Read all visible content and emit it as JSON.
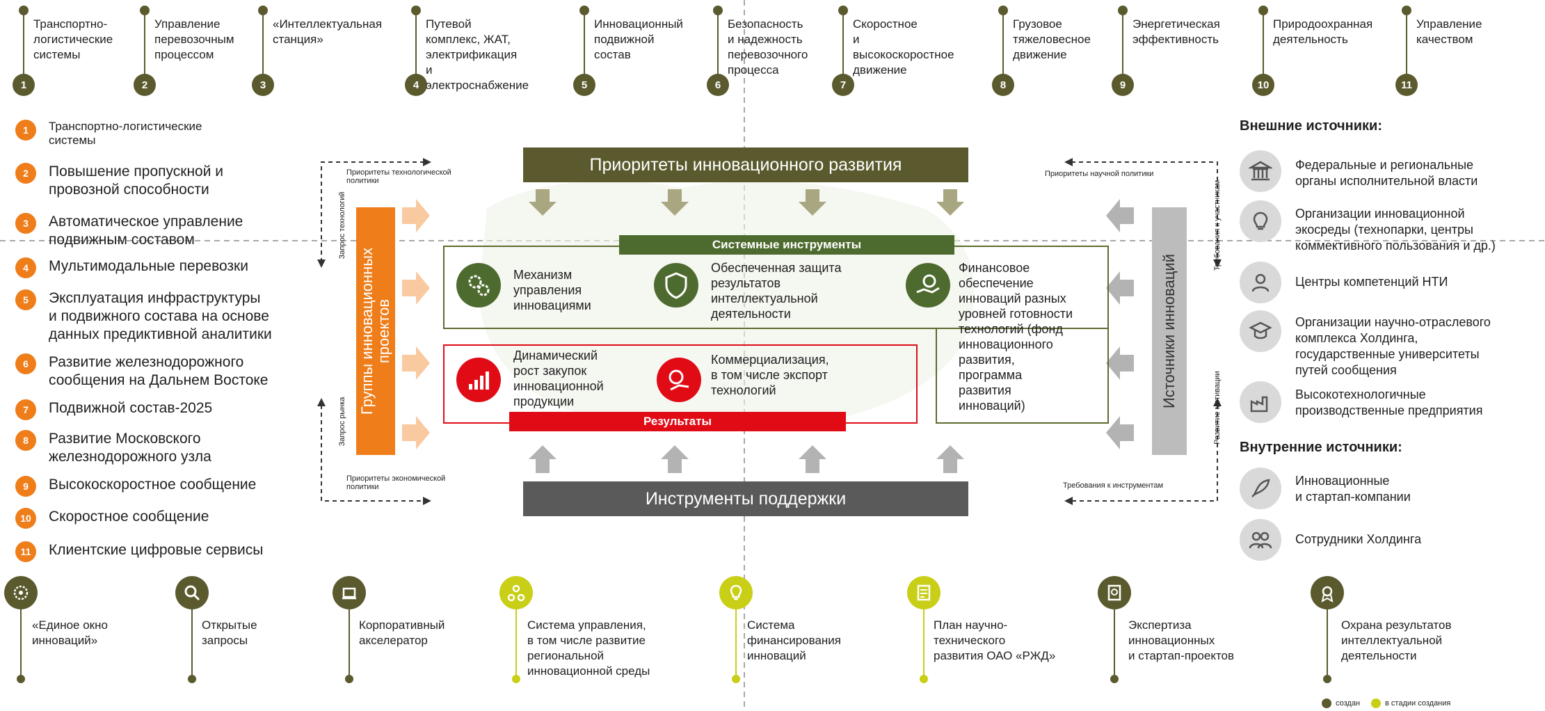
{
  "top_directions": [
    {
      "num": "1",
      "label": "Транспортно-\nлогистические\nсистемы"
    },
    {
      "num": "2",
      "label": "Управление\nперевозочным\nпроцессом"
    },
    {
      "num": "3",
      "label": "«Интеллектуальная\nстанция»"
    },
    {
      "num": "4",
      "label": "Путевой\nкомплекс, ЖАТ,\nэлектрификация\nи электроснабжение"
    },
    {
      "num": "5",
      "label": "Инновационный\nподвижной состав"
    },
    {
      "num": "6",
      "label": "Безопасность\nи надежность\nперевозочного\nпроцесса"
    },
    {
      "num": "7",
      "label": "Скоростное\nи высокоскоростное\nдвижение"
    },
    {
      "num": "8",
      "label": "Грузовое\nтяжеловесное\nдвижение"
    },
    {
      "num": "9",
      "label": "Энергетическая\nэффективность"
    },
    {
      "num": "10",
      "label": "Природоохранная\nдеятельность"
    },
    {
      "num": "11",
      "label": "Управление\nкачеством"
    }
  ],
  "project_groups": [
    {
      "num": "1",
      "label": "Транспортно-логистические\nсистемы"
    },
    {
      "num": "2",
      "label": "Повышение пропускной и\nпровозной способности"
    },
    {
      "num": "3",
      "label": "Автоматическое управление\nподвижным составом"
    },
    {
      "num": "4",
      "label": "Мультимодальные перевозки"
    },
    {
      "num": "5",
      "label": "Эксплуатация инфраструктуры\nи подвижного состава на основе\nданных предиктивной аналитики"
    },
    {
      "num": "6",
      "label": "Развитие железнодорожного\nсообщения на Дальнем Востоке"
    },
    {
      "num": "7",
      "label": "Подвижной состав-2025"
    },
    {
      "num": "8",
      "label": "Развитие Московского\nжелезнодорожного узла"
    },
    {
      "num": "9",
      "label": "Высокоскоростное сообщение"
    },
    {
      "num": "10",
      "label": "Скоростное сообщение"
    },
    {
      "num": "11",
      "label": "Клиентские цифровые сервисы"
    }
  ],
  "center": {
    "priorities_title": "Приоритеты инновационного развития",
    "support_title": "Инструменты поддержки",
    "system_tools_title": "Системные инструменты",
    "results_title": "Результаты",
    "groups_title": "Группы инновационных\nпроектов",
    "sources_title": "Источники инноваций",
    "label_tech_priorities": "Приоритеты технологической\nполитики",
    "label_sci_priorities": "Приоритеты научной политики",
    "label_econ_priorities": "Приоритеты экономической\nполитики",
    "label_req_tools": "Требования к инструментам",
    "label_tech_request": "Запрос технологий",
    "label_market_request": "Запрос рынка",
    "label_req_participants": "Требования к участникам",
    "label_motivation": "Развитие мотивации",
    "tools": [
      {
        "label": "Механизм\nуправления\nинновациями",
        "icon": "gears-icon"
      },
      {
        "label": "Обеспеченная защита\nрезультатов\nинтеллектуальной\nдеятельности",
        "icon": "shield-icon"
      },
      {
        "label": "Финансовое\nобеспечение\nинноваций разных\nуровней готовности\nтехнологий (фонд\nинновационного\nразвития,\nпрограмма\nразвития\nинноваций)",
        "icon": "money-hand-icon"
      }
    ],
    "results": [
      {
        "label": "Динамический\nрост закупок\nинновационной\nпродукции",
        "icon": "growth-chart-icon"
      },
      {
        "label": "Коммерциализация,\nв том числе экспорт\nтехнологий",
        "icon": "commerce-icon"
      }
    ]
  },
  "external_sources_title": "Внешние источники:",
  "external_sources": [
    {
      "label": "Федеральные и региональные\nорганы исполнительной власти",
      "icon": "government-icon"
    },
    {
      "label": "Организации инновационной\nэкосреды (технопарки, центры\nкоммективного пользования и др.)",
      "icon": "lightbulb-icon"
    },
    {
      "label": "Центры компетенций НТИ",
      "icon": "person-icon"
    },
    {
      "label": "Организации научно-отраслевого\nкомплекса Холдинга,\nгосударственные университеты\nпутей сообщения",
      "icon": "graduation-icon"
    },
    {
      "label": "Высокотехнологичные\nпроизводственные предприятия",
      "icon": "factory-icon"
    }
  ],
  "internal_sources_title": "Внутренние источники:",
  "internal_sources": [
    {
      "label": "Инновационные\nи стартап-компании",
      "icon": "rocket-icon"
    },
    {
      "label": "Сотрудники Холдинга",
      "icon": "people-icon"
    }
  ],
  "bottom_tools": [
    {
      "label": "«Единое окно\nинноваций»",
      "icon": "window-icon",
      "status": "created"
    },
    {
      "label": "Открытые\nзапросы",
      "icon": "magnifier-icon",
      "status": "created"
    },
    {
      "label": "Корпоративный\nакселератор",
      "icon": "accelerator-icon",
      "status": "created"
    },
    {
      "label": "Система управления,\nв том числе развитие\nрегиональной\nинновационной среды",
      "icon": "network-icon",
      "status": "in_progress"
    },
    {
      "label": "Система\nфинансирования\nинноваций",
      "icon": "finance-bulb-icon",
      "status": "in_progress"
    },
    {
      "label": "План научно-\nтехнического\nразвития ОАО «РЖД»",
      "icon": "plan-icon",
      "status": "in_progress"
    },
    {
      "label": "Экспертиза\nинновационных\nи стартап-проектов",
      "icon": "expertise-icon",
      "status": "created"
    },
    {
      "label": "Охрана результатов\nинтеллектуальной\nдеятельности",
      "icon": "protection-icon",
      "status": "created"
    }
  ],
  "legend": {
    "created": "создан",
    "in_progress": "в стадии создания"
  },
  "colors": {
    "olive": "#5b5a2e",
    "orange": "#ee7d1a",
    "yellow": "#c8cf16",
    "red": "#e10b16",
    "gray": "#bcbcbc",
    "dark_gray": "#5a5a5a",
    "green": "#4e6b2f",
    "light_orange": "#f9cfa7"
  }
}
